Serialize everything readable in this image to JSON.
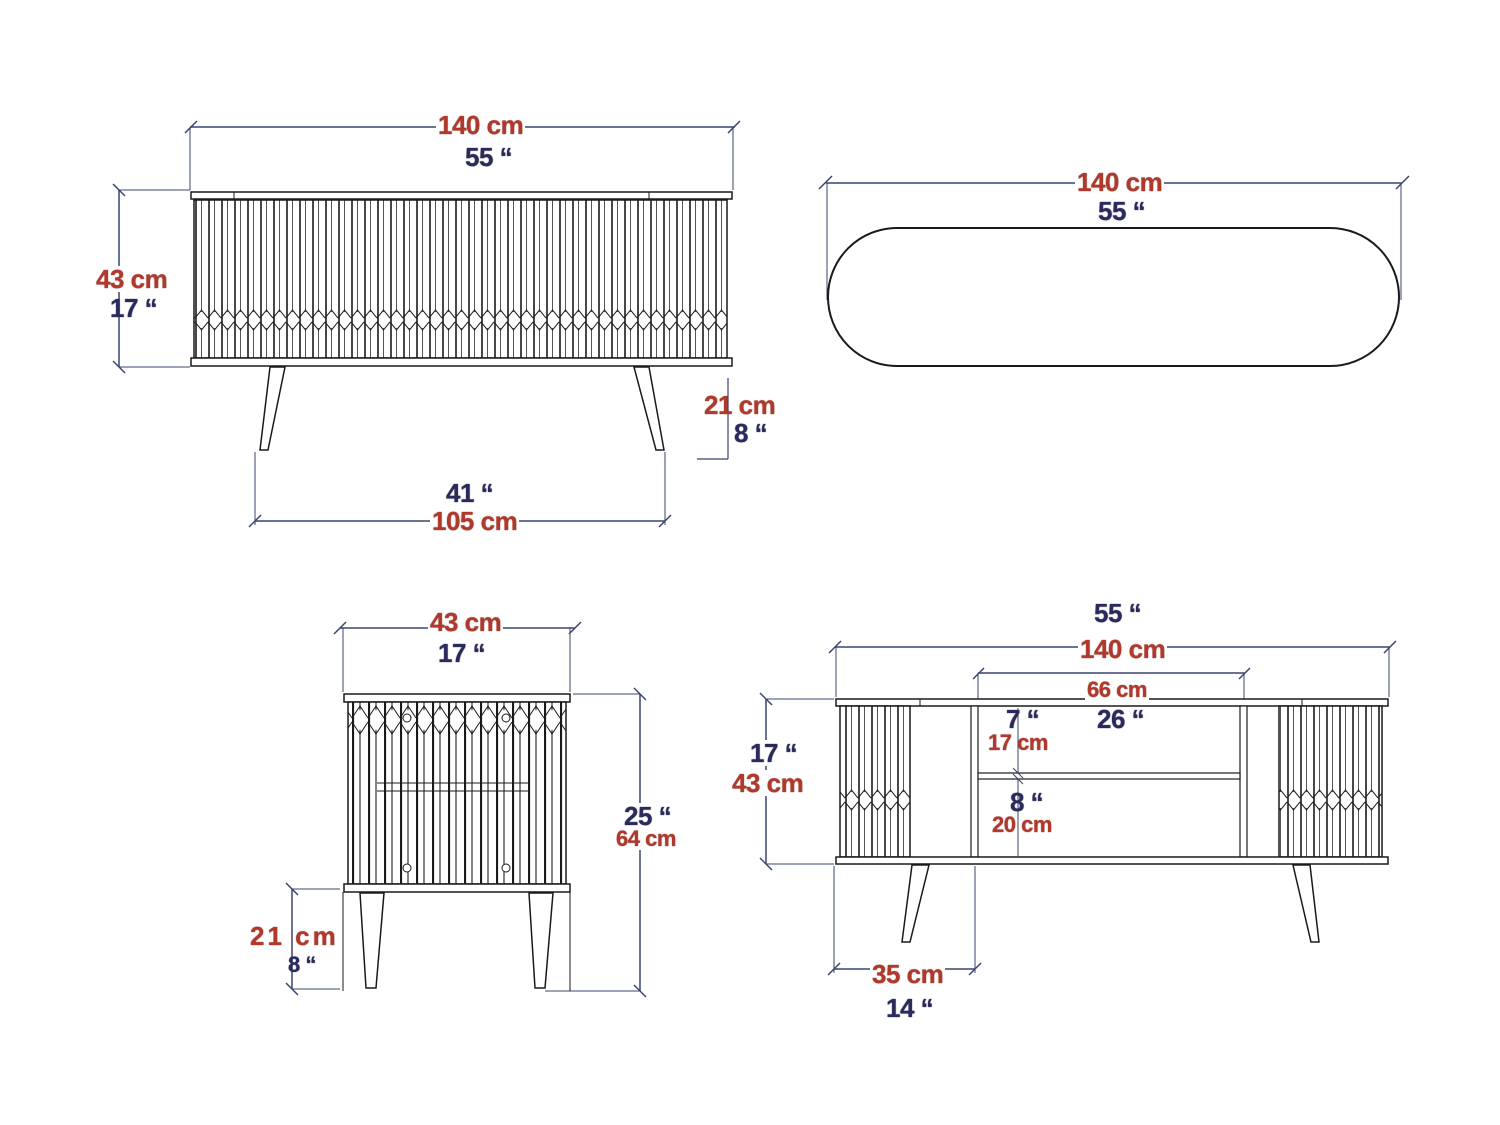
{
  "colors": {
    "metric_text": "#b0392b",
    "imperial_text": "#2a2a5c",
    "dimension_line": "#3a4470",
    "drawing_line": "#1a1a1a",
    "background": "#ffffff"
  },
  "views": {
    "front": {
      "width_cm": "140 cm",
      "width_in": "55 “",
      "height_cm": "43 cm",
      "height_in": "17 “",
      "leg_cm": "21 cm",
      "leg_in": "8 “",
      "leg_span_in": "41 “",
      "leg_span_cm": "105 cm"
    },
    "top": {
      "width_cm": "140 cm",
      "width_in": "55 “"
    },
    "side": {
      "depth_cm": "43 cm",
      "depth_in": "17 “",
      "total_height_in": "25 “",
      "total_height_cm": "64 cm",
      "leg_cm": "21 cm",
      "leg_in": "8 “"
    },
    "open": {
      "width_in": "55 “",
      "width_cm": "140 cm",
      "inner_width_cm": "66 cm",
      "inner_width_in": "26 “",
      "upper_height_in": "7 “",
      "upper_height_cm": "17 cm",
      "lower_height_in": "8 “",
      "lower_height_cm": "20 cm",
      "body_height_in": "17 “",
      "body_height_cm": "43 cm",
      "side_width_cm": "35 cm",
      "side_width_in": "14 “"
    }
  }
}
